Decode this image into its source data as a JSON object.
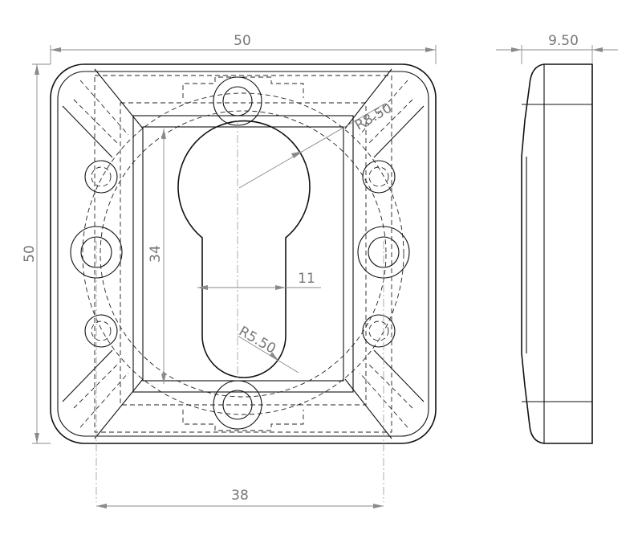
{
  "dimensions": {
    "width_top": "50",
    "height_left": "50",
    "slot_height": "34",
    "slot_width": "11",
    "outer_radius": "R8.50",
    "slot_radius": "R5.50",
    "hole_spacing": "38",
    "thickness": "9.50"
  },
  "colors": {
    "line": "#111111",
    "dimension": "#8a8a8a",
    "text": "#777777",
    "background": "#ffffff"
  }
}
